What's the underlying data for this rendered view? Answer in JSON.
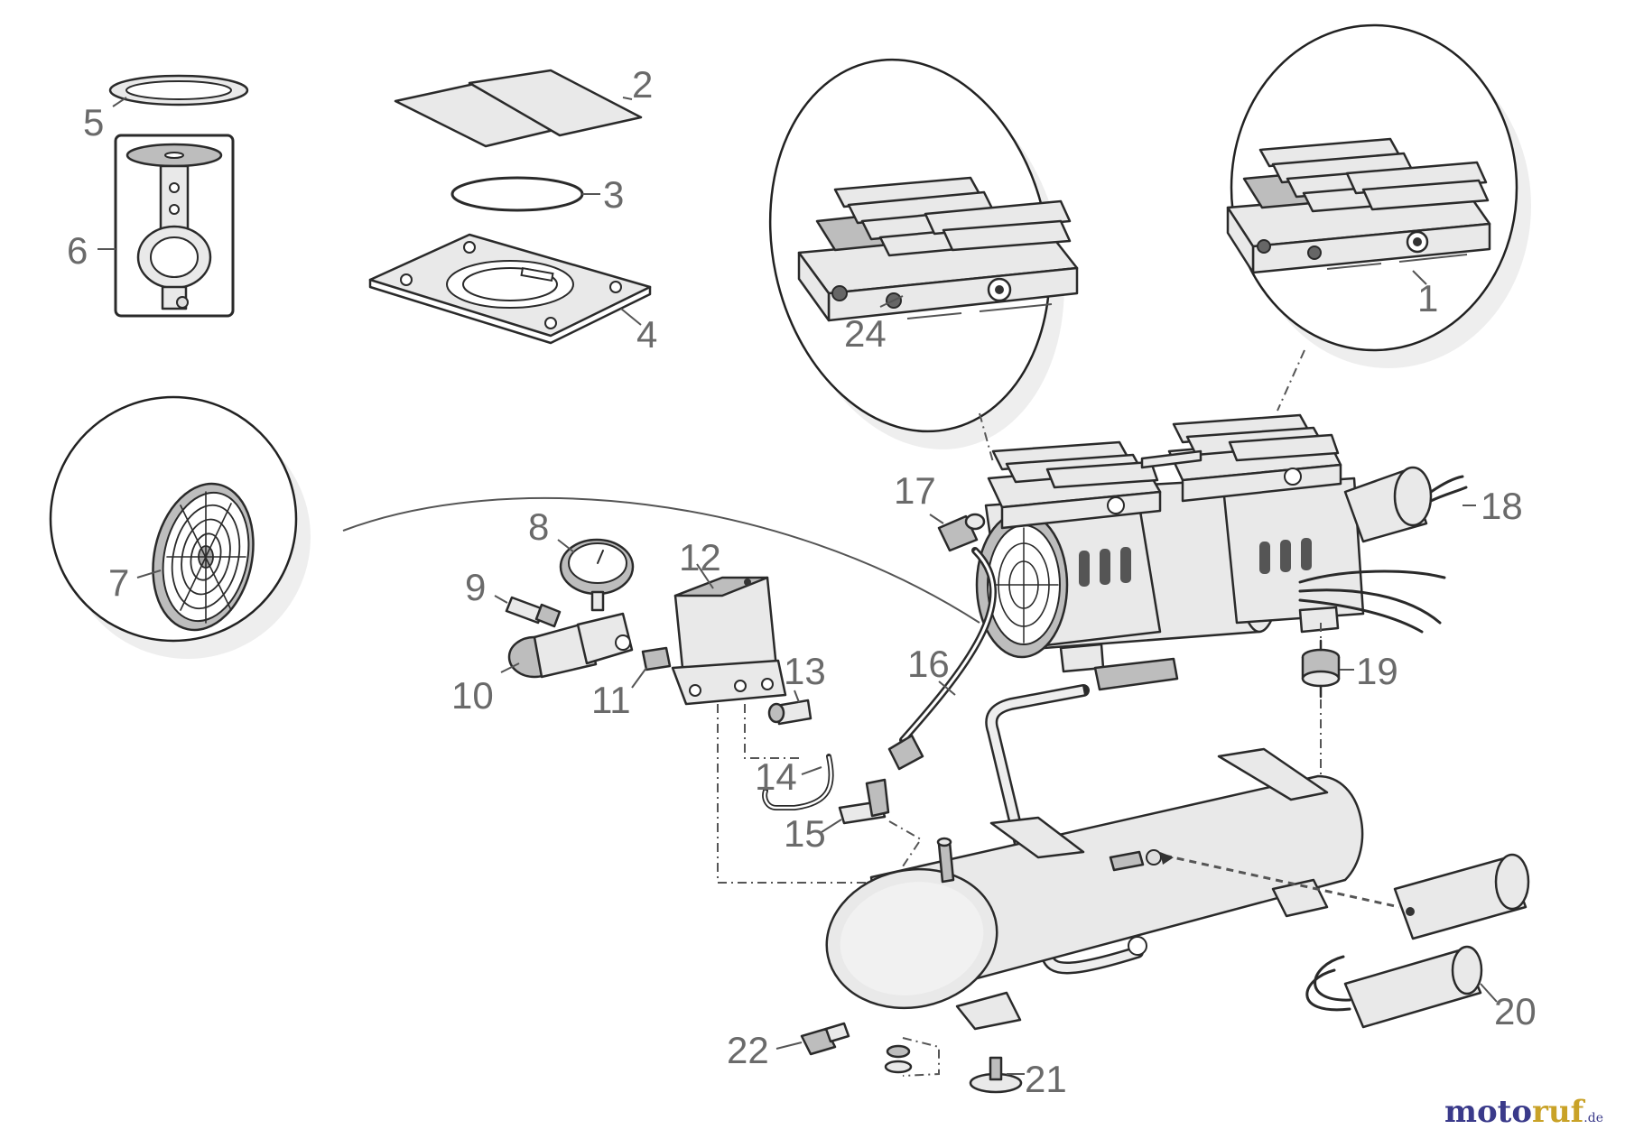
{
  "diagram": {
    "callouts": [
      {
        "id": "1",
        "label": "1"
      },
      {
        "id": "2",
        "label": "2"
      },
      {
        "id": "3",
        "label": "3"
      },
      {
        "id": "4",
        "label": "4"
      },
      {
        "id": "5",
        "label": "5"
      },
      {
        "id": "6",
        "label": "6"
      },
      {
        "id": "7",
        "label": "7"
      },
      {
        "id": "8",
        "label": "8"
      },
      {
        "id": "9",
        "label": "9"
      },
      {
        "id": "10",
        "label": "10"
      },
      {
        "id": "11",
        "label": "11"
      },
      {
        "id": "12",
        "label": "12"
      },
      {
        "id": "13",
        "label": "13"
      },
      {
        "id": "14",
        "label": "14"
      },
      {
        "id": "15",
        "label": "15"
      },
      {
        "id": "16",
        "label": "16"
      },
      {
        "id": "17",
        "label": "17"
      },
      {
        "id": "18",
        "label": "18"
      },
      {
        "id": "19",
        "label": "19"
      },
      {
        "id": "20",
        "label": "20"
      },
      {
        "id": "21",
        "label": "21"
      },
      {
        "id": "22",
        "label": "22"
      },
      {
        "id": "24",
        "label": "24"
      }
    ]
  },
  "watermark": {
    "part1": "moto",
    "part2": "ruf",
    "tld": ".de"
  },
  "colors": {
    "line": "#2a2a2a",
    "callout": "#6a6a6a",
    "fill": "#e9e9e9"
  }
}
